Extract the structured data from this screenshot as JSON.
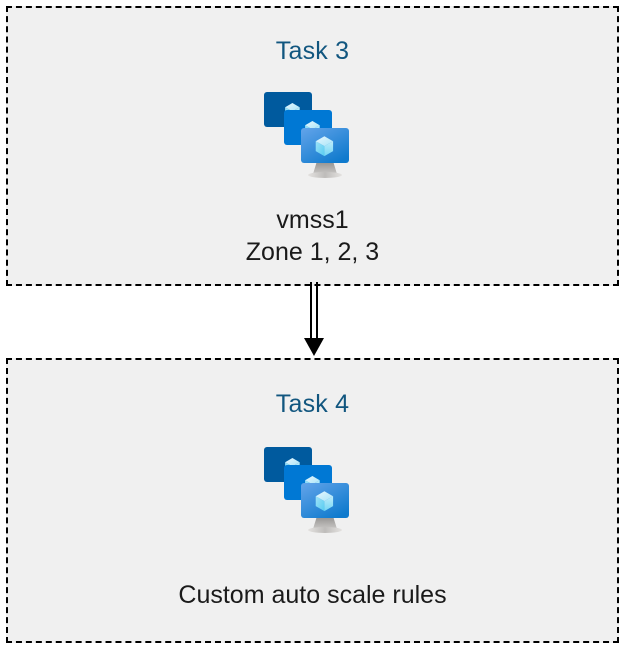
{
  "diagram": {
    "type": "flow",
    "background_color": "#ffffff",
    "box_fill_color": "#f0f0f0",
    "box_border_color": "#000000",
    "box_border_style": "dashed",
    "title_color": "#11567f",
    "label_color": "#1a1a1a",
    "connector_color": "#000000",
    "nodes": [
      {
        "id": "task3",
        "title": "Task 3",
        "icon": "azure-virtual-machine-scale-set-icon",
        "label": "vmss1\nZone 1, 2, 3"
      },
      {
        "id": "task4",
        "title": "Task 4",
        "icon": "azure-virtual-machine-scale-set-icon",
        "label": "Custom auto scale rules"
      }
    ],
    "connectors": [
      {
        "id": "task3-to-task4",
        "from": "task3",
        "to": "task4",
        "style": "double-line",
        "arrowhead": "filled-triangle",
        "direction": "down"
      }
    ]
  },
  "icon_colors": {
    "monitor_back": "#005A9E",
    "monitor_middle": "#0078D4",
    "monitor_front_top": "#5EA0E8",
    "monitor_front_bottom": "#0F7ACD",
    "cube_light": "#C3ECFB",
    "cube_mid": "#86DDF7",
    "cube_dark": "#50CCF0",
    "stand_top": "#8A8886",
    "stand_bottom": "#D6D4D2"
  }
}
